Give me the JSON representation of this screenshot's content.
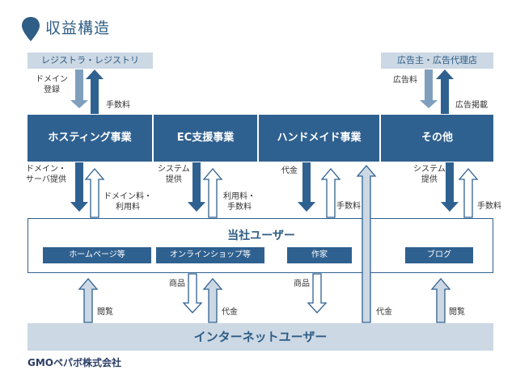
{
  "header": {
    "title": "収益構造"
  },
  "top_boxes": {
    "registrar": "レジストラ・レジストリ",
    "advertiser": "広告主・広告代理店"
  },
  "businesses": [
    "ホスティング事業",
    "EC支援事業",
    "ハンドメイド事業",
    "その他"
  ],
  "users_box": {
    "title": "当社ユーザー",
    "services": [
      "ホームページ等",
      "オンラインショップ等",
      "作家",
      "ブログ"
    ]
  },
  "internet_users": "インターネットユーザー",
  "labels": {
    "domain_registration": "ドメイン\n登録",
    "fee_top_left": "手数料",
    "ad_fee": "広告料",
    "ad_posting": "広告掲載",
    "domain_server": "ドメイン・\nサーバ提供",
    "domain_fee_usage": "ドメイン料・\n利用料",
    "system_provide_1": "システム\n提供",
    "usage_fee": "利用料・\n手数料",
    "payment_1": "代金",
    "fee_hand": "手数料",
    "system_provide_2": "システム\n提供",
    "fee_other": "手数料",
    "browse_1": "閲覧",
    "product_1": "商品",
    "payment_2": "代金",
    "product_2": "商品",
    "payment_3": "代金",
    "browse_2": "閲覧"
  },
  "logo": "GMOペパボ株式会社",
  "colors": {
    "dark": "#2f6190",
    "light": "#ccd8e4",
    "accent": "#2e5d85"
  }
}
